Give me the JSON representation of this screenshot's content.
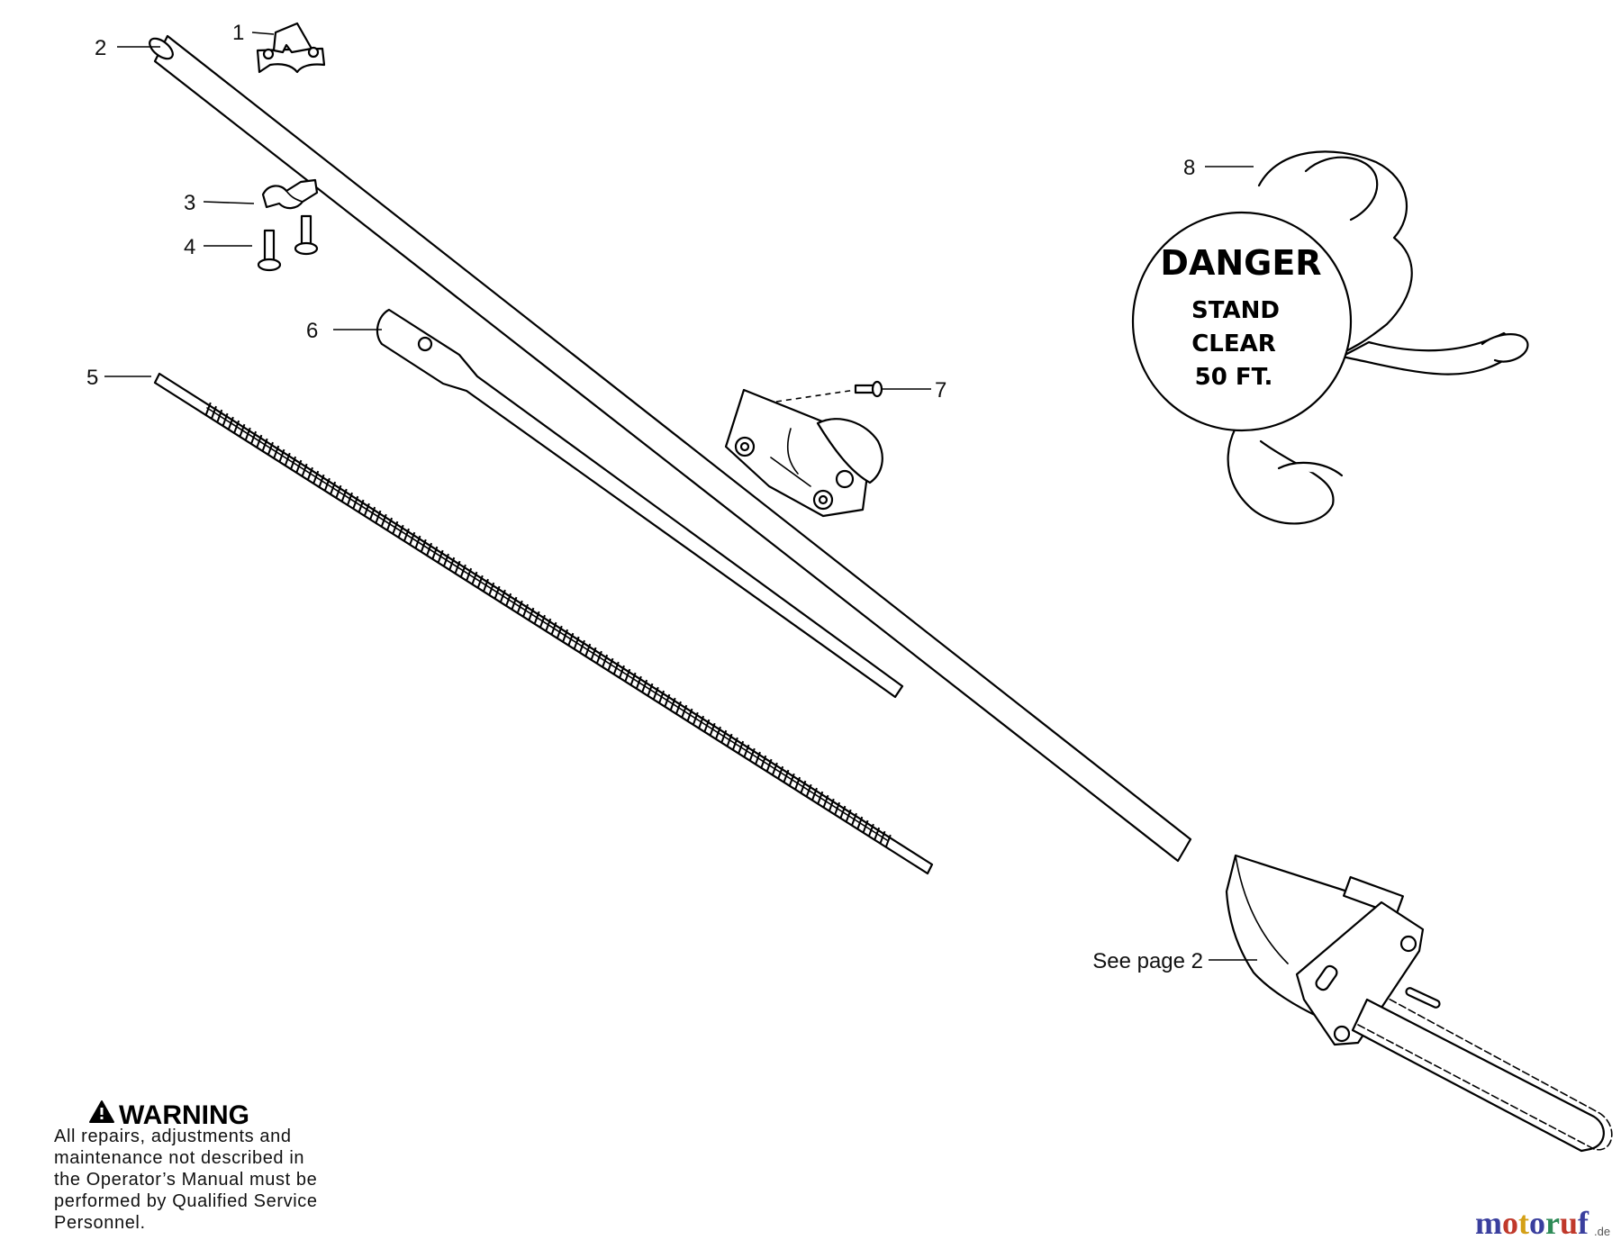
{
  "callouts": [
    {
      "id": "1",
      "text": "1"
    },
    {
      "id": "2",
      "text": "2"
    },
    {
      "id": "3",
      "text": "3"
    },
    {
      "id": "4",
      "text": "4"
    },
    {
      "id": "5",
      "text": "5"
    },
    {
      "id": "6",
      "text": "6"
    },
    {
      "id": "7",
      "text": "7"
    },
    {
      "id": "8",
      "text": "8"
    }
  ],
  "reference_label": "See page 2",
  "danger_tag": {
    "title": "DANGER",
    "lines": [
      "STAND",
      "CLEAR",
      "50 FT."
    ]
  },
  "warning": {
    "title": "WARNING",
    "lines": [
      "All repairs, adjustments and",
      "maintenance not described in",
      "the Operator’s Manual must be",
      "performed by Qualified Service",
      "Personnel."
    ]
  },
  "watermark": {
    "letters": [
      "m",
      "o",
      "t",
      "o",
      "r",
      "u",
      "f"
    ],
    "colors": [
      "#3a3f9e",
      "#c0392b",
      "#d4a017",
      "#3a3f9e",
      "#2e8b57",
      "#c0392b",
      "#3a3f9e"
    ],
    "suffix": ".de"
  }
}
